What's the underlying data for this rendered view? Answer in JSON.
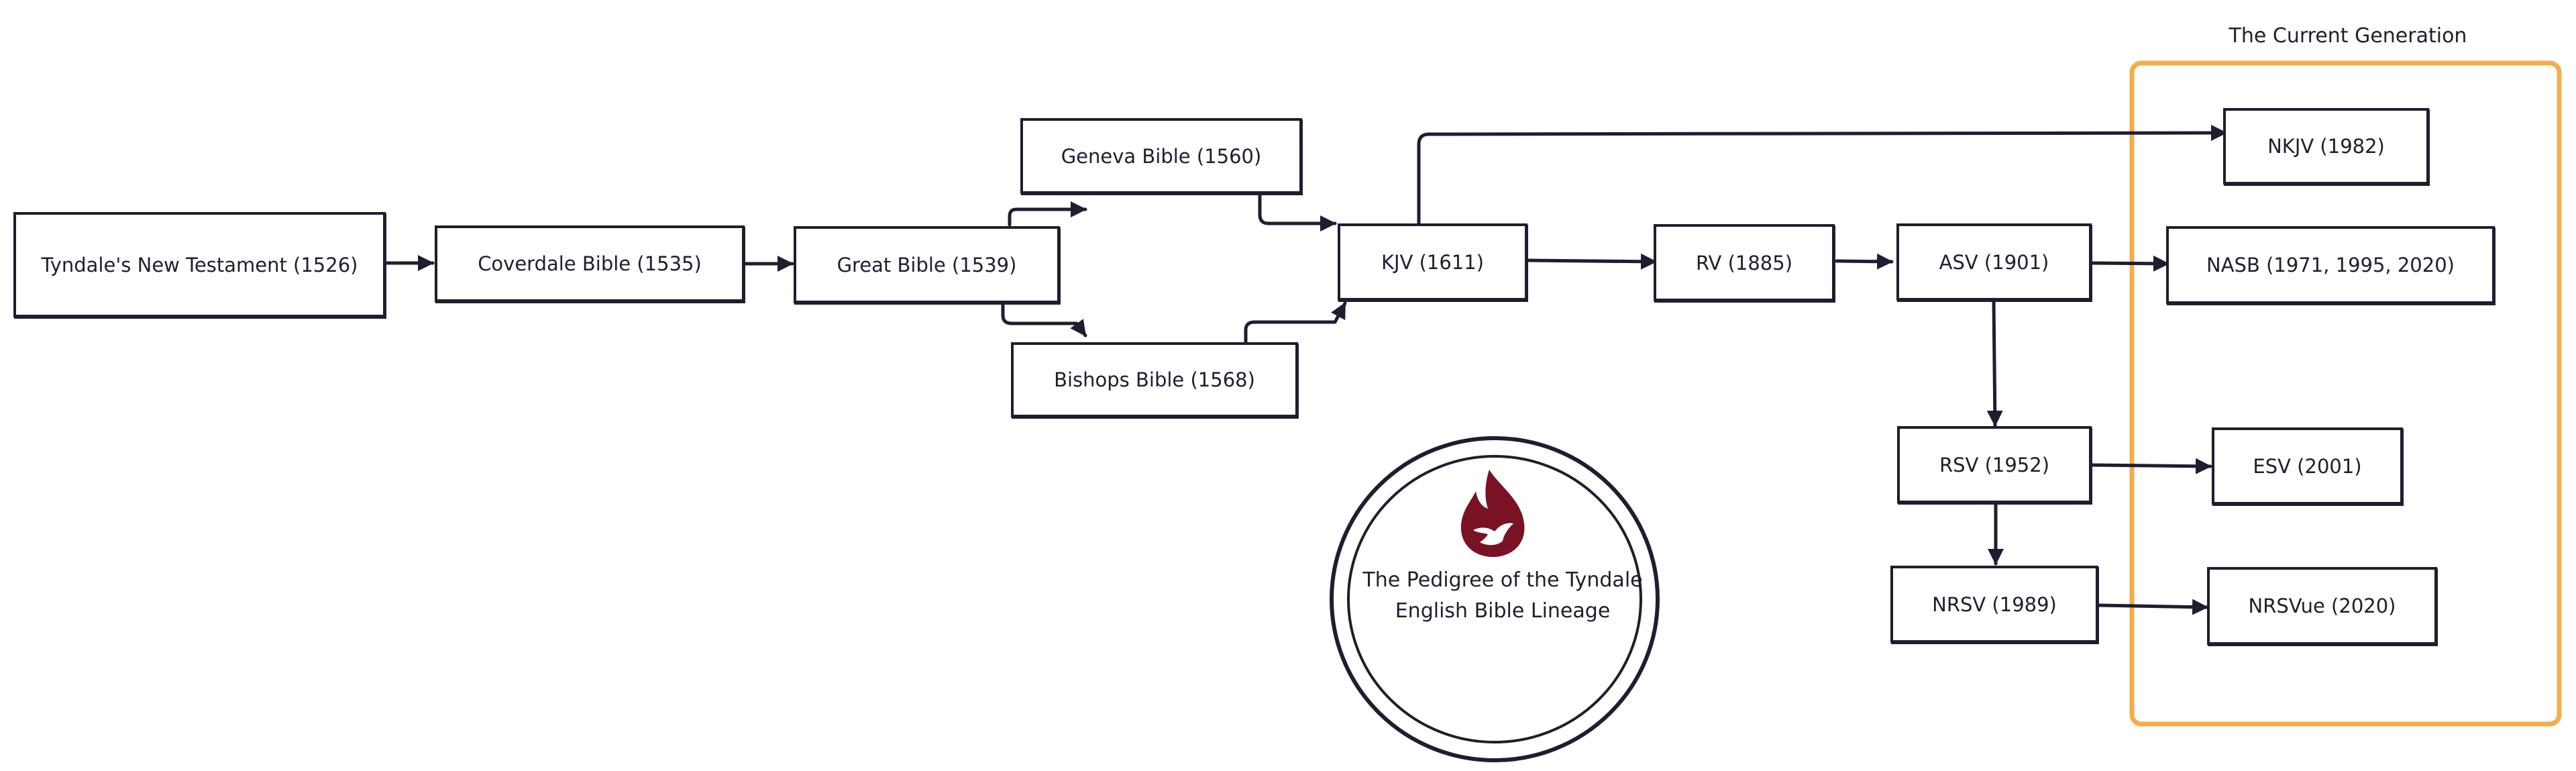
{
  "group": {
    "label": "The Current Generation",
    "color": "#f6ac48"
  },
  "nodes": {
    "tyndale": "Tyndale's New Testament (1526)",
    "coverdale": "Coverdale Bible (1535)",
    "great": "Great Bible (1539)",
    "geneva": "Geneva Bible (1560)",
    "bishops": "Bishops Bible (1568)",
    "kjv": "KJV (1611)",
    "rv": "RV (1885)",
    "asv": "ASV (1901)",
    "rsv": "RSV (1952)",
    "nrsv": "NRSV (1989)",
    "nkjv": "NKJV (1982)",
    "nasb": "NASB (1971, 1995, 2020)",
    "esv": "ESV (2001)",
    "nrsvue": "NRSVue (2020)"
  },
  "seal": {
    "title": "The Pedigree of the Tyndale English Bible Lineage",
    "logo_icon": "flame-dove-icon",
    "logo_color": "#7a1226"
  },
  "colors": {
    "ink": "#1e1e2e",
    "background": "#ffffff"
  }
}
